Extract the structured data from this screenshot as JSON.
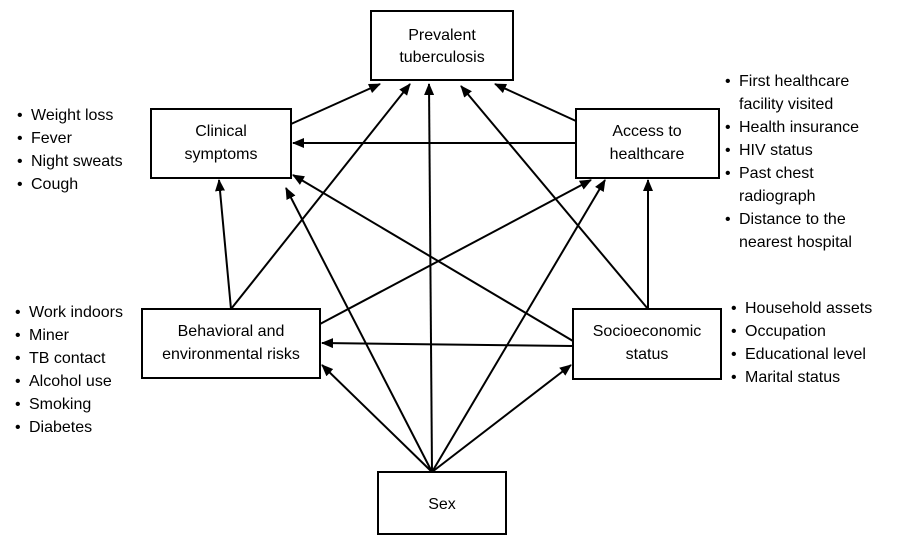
{
  "nodes": {
    "tb": {
      "lines": [
        "Prevalent",
        "tuberculosis"
      ]
    },
    "clinical": {
      "lines": [
        "Clinical",
        "symptoms"
      ]
    },
    "access": {
      "lines": [
        "Access to",
        "healthcare"
      ]
    },
    "behavioral": {
      "lines": [
        "Behavioral and",
        "environmental risks"
      ]
    },
    "socio": {
      "lines": [
        "Socioeconomic",
        "status"
      ]
    },
    "sex": {
      "lines": [
        "Sex"
      ]
    }
  },
  "lists": {
    "clinical": [
      "Weight loss",
      "Fever",
      "Night sweats",
      "Cough"
    ],
    "access": [
      "First healthcare facility visited",
      "Health insurance",
      "HIV status",
      "Past chest radiograph",
      "Distance to the nearest hospital"
    ],
    "behavioral": [
      "Work indoors",
      "Miner",
      "TB contact",
      "Alcohol use",
      "Smoking",
      "Diabetes"
    ],
    "socio": [
      "Household assets",
      "Occupation",
      "Educational level",
      "Marital status"
    ]
  },
  "edges": [
    [
      "clinical",
      "tb"
    ],
    [
      "access",
      "tb"
    ],
    [
      "behavioral",
      "tb"
    ],
    [
      "socio",
      "tb"
    ],
    [
      "sex",
      "tb"
    ],
    [
      "access",
      "clinical"
    ],
    [
      "behavioral",
      "clinical"
    ],
    [
      "socio",
      "clinical"
    ],
    [
      "sex",
      "clinical"
    ],
    [
      "behavioral",
      "access"
    ],
    [
      "socio",
      "access"
    ],
    [
      "sex",
      "access"
    ],
    [
      "socio",
      "behavioral"
    ],
    [
      "sex",
      "behavioral"
    ],
    [
      "sex",
      "socio"
    ]
  ]
}
